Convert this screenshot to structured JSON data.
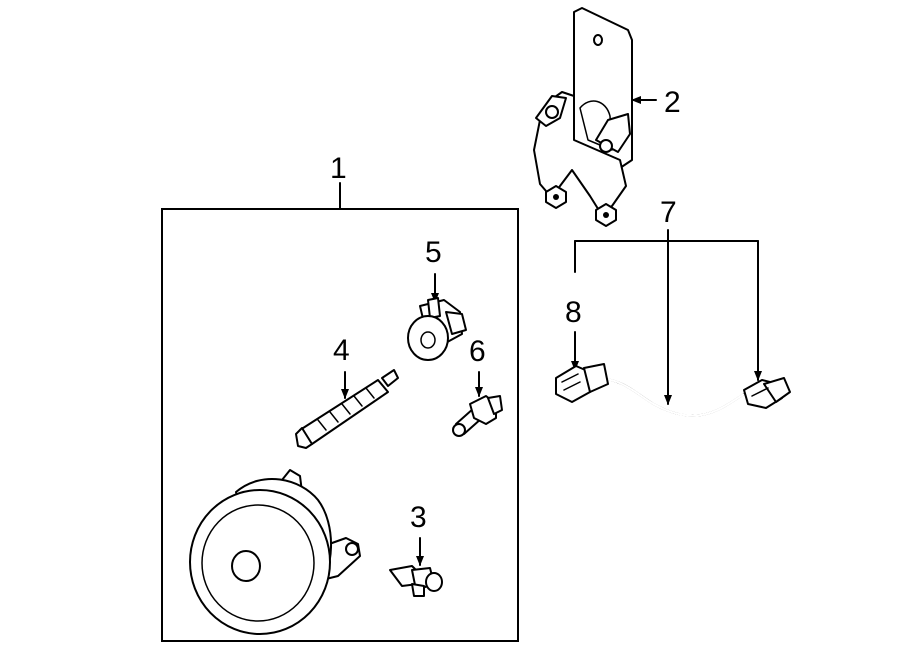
{
  "callouts": {
    "c1": "1",
    "c2": "2",
    "c3": "3",
    "c4": "4",
    "c5": "5",
    "c6": "6",
    "c7": "7",
    "c8": "8"
  },
  "parts": [
    {
      "callout": "1",
      "icon": "fog-lamp-assembly-box"
    },
    {
      "callout": "2",
      "icon": "mounting-bracket"
    },
    {
      "callout": "3",
      "icon": "push-clip"
    },
    {
      "callout": "4",
      "icon": "adjusting-screw"
    },
    {
      "callout": "5",
      "icon": "bulb-socket"
    },
    {
      "callout": "6",
      "icon": "bulb"
    },
    {
      "callout": "7",
      "icon": "wiring-harness"
    },
    {
      "callout": "8",
      "icon": "connector"
    }
  ]
}
